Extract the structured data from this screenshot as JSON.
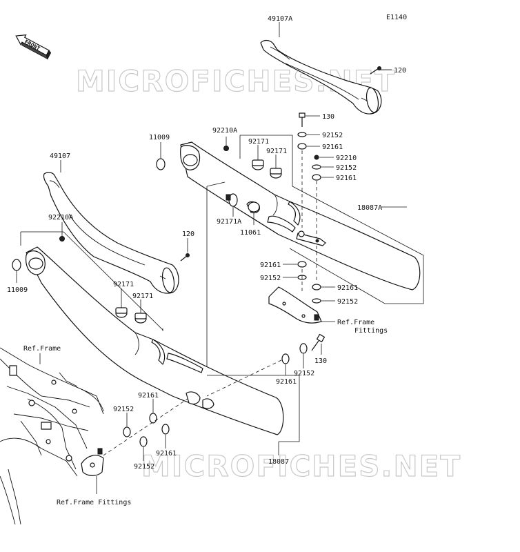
{
  "diagram": {
    "code": "E1140",
    "watermark_top": "MICROFICHES.NET",
    "watermark_bottom": "MICROFICHES.NET",
    "front_label": "FRONT",
    "callouts": {
      "c49107A": "49107A",
      "c120_top": "120",
      "c130_top": "130",
      "c92152_a": "92152",
      "c92161_a": "92161",
      "c92210": "92210",
      "c92152_b": "92152",
      "c92161_b": "92161",
      "c18087A": "18087A",
      "c92210A_top": "92210A",
      "c11009_top": "11009",
      "c92171_a": "92171",
      "c92171_b": "92171",
      "c92171A": "92171A",
      "c11061": "11061",
      "c49107": "49107",
      "c92210A_left": "92210A",
      "c120_mid": "120",
      "c11009_left": "11009",
      "c92161_c": "92161",
      "c92152_c": "92152",
      "c92161_d": "92161",
      "c92152_d": "92152",
      "refframe_fittings_right_1": "Ref.Frame",
      "refframe_fittings_right_2": "Fittings",
      "c92171_c": "92171",
      "c92171_d": "92171",
      "ref_frame": "Ref.Frame",
      "c130_bottom": "130",
      "c92161_e": "92161",
      "c92152_e": "92152",
      "c92161_f": "92161",
      "c92152_f": "92152",
      "c92161_g": "92161",
      "c92152_g": "92152",
      "c18087": "18087",
      "refframe_fittings_bottom": "Ref.Frame Fittings"
    }
  }
}
